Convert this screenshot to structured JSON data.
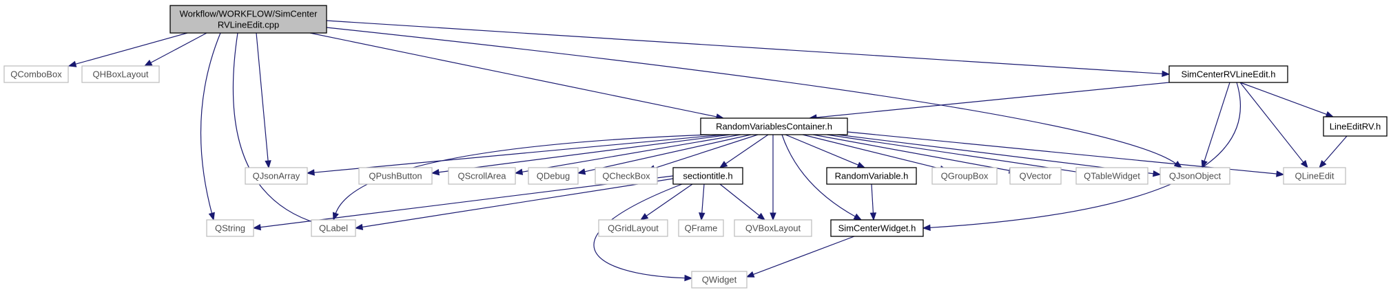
{
  "diagram": {
    "nodes": [
      {
        "id": "root",
        "lines": [
          "Workflow/WORKFLOW/SimCenter",
          "RVLineEdit.cpp"
        ],
        "style": "root"
      },
      {
        "id": "qcombobox",
        "lines": [
          "QComboBox"
        ],
        "style": "external"
      },
      {
        "id": "qhboxlayout",
        "lines": [
          "QHBoxLayout"
        ],
        "style": "external"
      },
      {
        "id": "simcenterrv",
        "lines": [
          "SimCenterRVLineEdit.h"
        ],
        "style": "project"
      },
      {
        "id": "rvcontainer",
        "lines": [
          "RandomVariablesContainer.h"
        ],
        "style": "project"
      },
      {
        "id": "lineeditrv",
        "lines": [
          "LineEditRV.h"
        ],
        "style": "project"
      },
      {
        "id": "qjsonarray",
        "lines": [
          "QJsonArray"
        ],
        "style": "external"
      },
      {
        "id": "qpushbutton",
        "lines": [
          "QPushButton"
        ],
        "style": "external"
      },
      {
        "id": "qscrollarea",
        "lines": [
          "QScrollArea"
        ],
        "style": "external"
      },
      {
        "id": "qdebug",
        "lines": [
          "QDebug"
        ],
        "style": "external"
      },
      {
        "id": "qcheckbox",
        "lines": [
          "QCheckBox"
        ],
        "style": "external"
      },
      {
        "id": "sectiontitle",
        "lines": [
          "sectiontitle.h"
        ],
        "style": "project"
      },
      {
        "id": "randomvariable",
        "lines": [
          "RandomVariable.h"
        ],
        "style": "project"
      },
      {
        "id": "qgroupbox",
        "lines": [
          "QGroupBox"
        ],
        "style": "external"
      },
      {
        "id": "qvector",
        "lines": [
          "QVector"
        ],
        "style": "external"
      },
      {
        "id": "qtablewidget",
        "lines": [
          "QTableWidget"
        ],
        "style": "external"
      },
      {
        "id": "qjsonobject",
        "lines": [
          "QJsonObject"
        ],
        "style": "external"
      },
      {
        "id": "qlineedit",
        "lines": [
          "QLineEdit"
        ],
        "style": "external"
      },
      {
        "id": "qstring",
        "lines": [
          "QString"
        ],
        "style": "external"
      },
      {
        "id": "qlabel",
        "lines": [
          "QLabel"
        ],
        "style": "external"
      },
      {
        "id": "qgridlayout",
        "lines": [
          "QGridLayout"
        ],
        "style": "external"
      },
      {
        "id": "qframe",
        "lines": [
          "QFrame"
        ],
        "style": "external"
      },
      {
        "id": "qvboxlayout",
        "lines": [
          "QVBoxLayout"
        ],
        "style": "external"
      },
      {
        "id": "simcenterwidget",
        "lines": [
          "SimCenterWidget.h"
        ],
        "style": "project"
      },
      {
        "id": "qwidget",
        "lines": [
          "QWidget"
        ],
        "style": "external"
      }
    ],
    "edges": [
      {
        "from": "root",
        "to": "qcombobox"
      },
      {
        "from": "root",
        "to": "qhboxlayout"
      },
      {
        "from": "root",
        "to": "simcenterrv"
      },
      {
        "from": "root",
        "to": "rvcontainer"
      },
      {
        "from": "root",
        "to": "qjsonarray"
      },
      {
        "from": "root",
        "to": "qjsonobject"
      },
      {
        "from": "root",
        "to": "qstring"
      },
      {
        "from": "root",
        "to": "qlabel"
      },
      {
        "from": "simcenterrv",
        "to": "rvcontainer"
      },
      {
        "from": "simcenterrv",
        "to": "lineeditrv"
      },
      {
        "from": "simcenterrv",
        "to": "qjsonobject"
      },
      {
        "from": "simcenterrv",
        "to": "qlineedit"
      },
      {
        "from": "simcenterrv",
        "to": "simcenterwidget"
      },
      {
        "from": "lineeditrv",
        "to": "qlineedit"
      },
      {
        "from": "rvcontainer",
        "to": "qjsonarray"
      },
      {
        "from": "rvcontainer",
        "to": "qpushbutton"
      },
      {
        "from": "rvcontainer",
        "to": "qscrollarea"
      },
      {
        "from": "rvcontainer",
        "to": "qdebug"
      },
      {
        "from": "rvcontainer",
        "to": "qcheckbox"
      },
      {
        "from": "rvcontainer",
        "to": "sectiontitle"
      },
      {
        "from": "rvcontainer",
        "to": "randomvariable"
      },
      {
        "from": "rvcontainer",
        "to": "qgroupbox"
      },
      {
        "from": "rvcontainer",
        "to": "qvector"
      },
      {
        "from": "rvcontainer",
        "to": "qtablewidget"
      },
      {
        "from": "rvcontainer",
        "to": "qjsonobject"
      },
      {
        "from": "rvcontainer",
        "to": "qlineedit"
      },
      {
        "from": "rvcontainer",
        "to": "qlabel"
      },
      {
        "from": "rvcontainer",
        "to": "qvboxlayout"
      },
      {
        "from": "rvcontainer",
        "to": "simcenterwidget"
      },
      {
        "from": "sectiontitle",
        "to": "qstring"
      },
      {
        "from": "sectiontitle",
        "to": "qlabel"
      },
      {
        "from": "sectiontitle",
        "to": "qgridlayout"
      },
      {
        "from": "sectiontitle",
        "to": "qframe"
      },
      {
        "from": "sectiontitle",
        "to": "qvboxlayout"
      },
      {
        "from": "sectiontitle",
        "to": "qwidget"
      },
      {
        "from": "randomvariable",
        "to": "simcenterwidget"
      },
      {
        "from": "simcenterwidget",
        "to": "qwidget"
      }
    ]
  },
  "colors": {
    "edge": "#191970",
    "root_fill": "#bfbfbf",
    "project_border": "#000000",
    "external_border": "#bfbfbf",
    "external_text": "#4d4d4d",
    "background": "#ffffff"
  }
}
